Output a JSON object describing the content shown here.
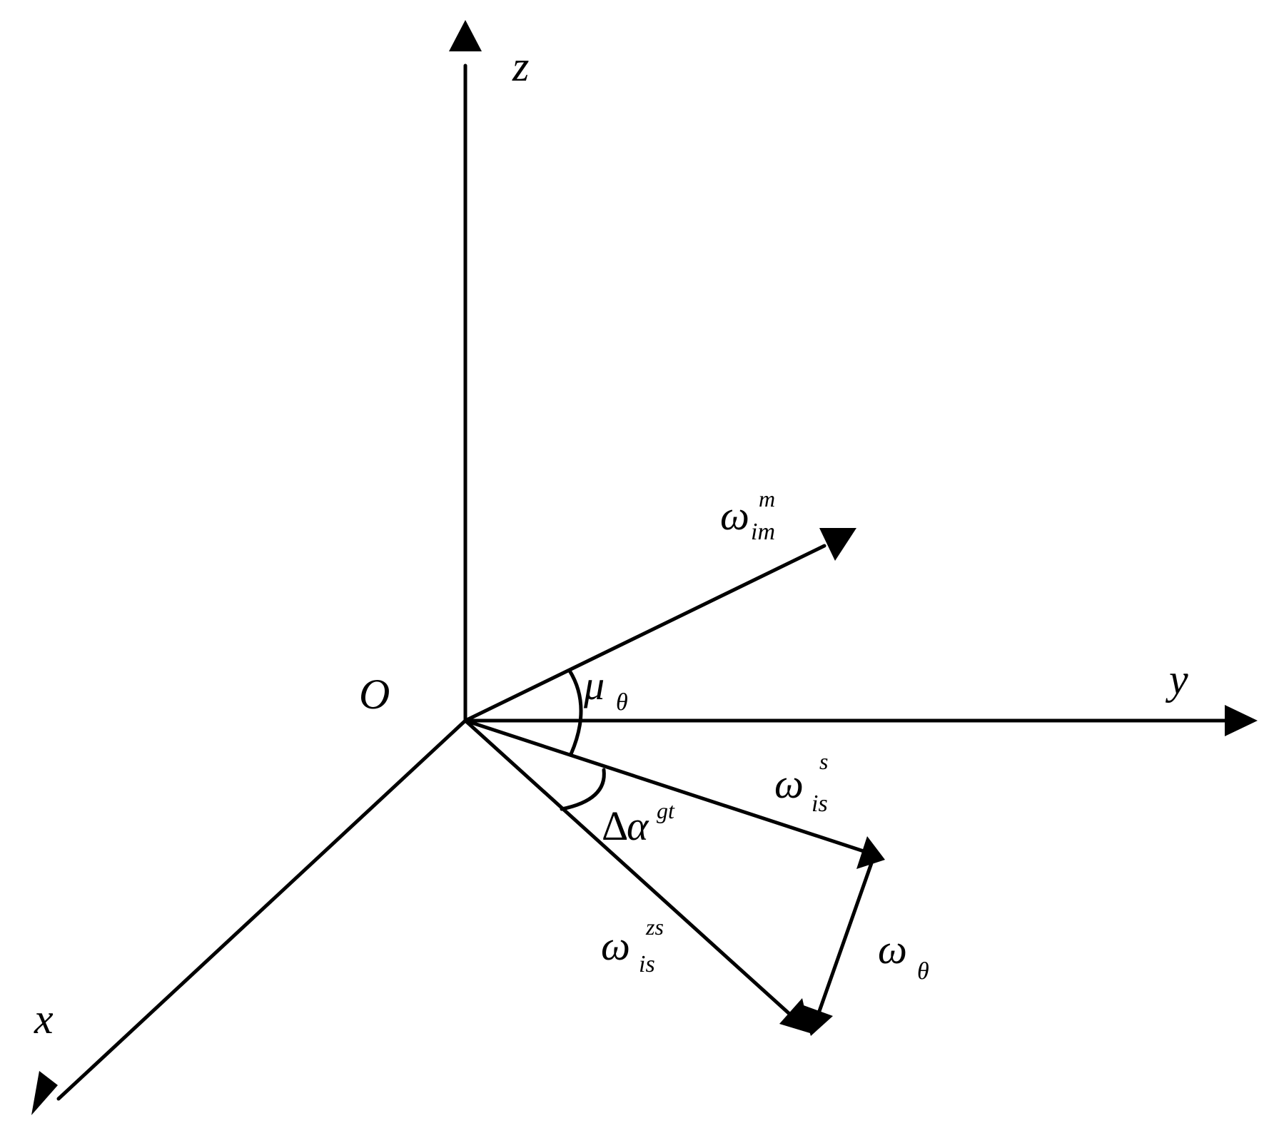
{
  "axes": {
    "z": "z",
    "y": "y",
    "x": "x",
    "origin": "O"
  },
  "vectors": {
    "omega_im_m": {
      "symbol": "ω",
      "sub": "im",
      "sup": "m"
    },
    "omega_is_s": {
      "symbol": "ω",
      "sub": "is",
      "sup": "s"
    },
    "omega_is_zs": {
      "symbol": "ω",
      "sub": "is",
      "sup": "zs"
    },
    "omega_theta": {
      "symbol": "ω",
      "sub": "θ"
    }
  },
  "angles": {
    "mu_theta": {
      "symbol": "μ",
      "sub": "θ"
    },
    "delta_alpha_gt": {
      "prefix": "Δ",
      "symbol": "α",
      "sup": "gt"
    }
  },
  "colors": {
    "stroke": "#000000",
    "background": "#ffffff"
  }
}
